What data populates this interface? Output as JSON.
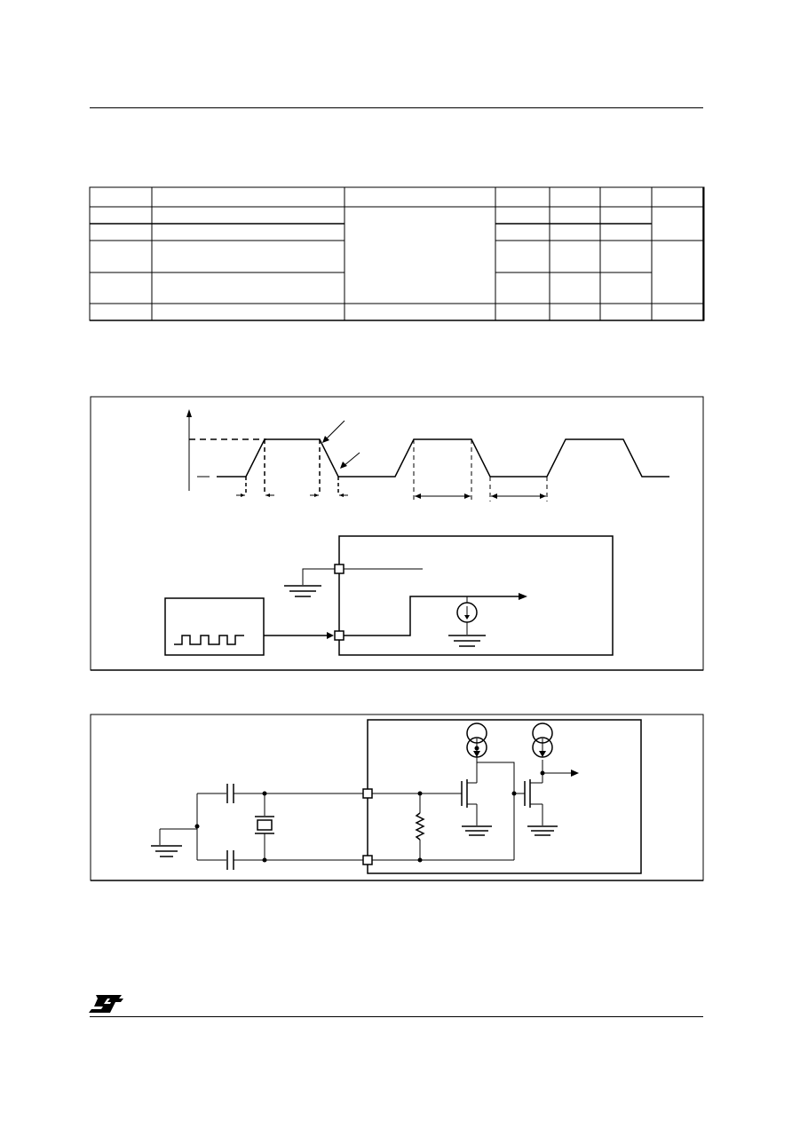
{
  "header": {
    "text": ""
  },
  "footer": {
    "logo_text": "ST",
    "page_number": ""
  },
  "colors": {
    "ink": "#000000",
    "paper": "#ffffff"
  },
  "table": {
    "columns": 7,
    "rows": 6,
    "cells": []
  },
  "figures": [
    {
      "id": "timing-waveform",
      "caption": ""
    },
    {
      "id": "test-circuit",
      "caption": ""
    },
    {
      "id": "crystal-oscillator",
      "caption": ""
    }
  ]
}
